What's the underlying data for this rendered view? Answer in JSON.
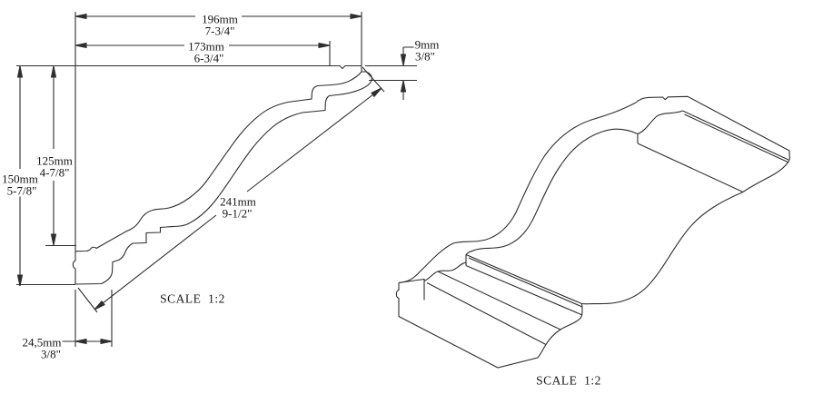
{
  "page": {
    "background": "#ffffff",
    "line_color": "#2e2e2e",
    "text_color": "#161616"
  },
  "left_view": {
    "scale_label": "SCALE  1:2",
    "dims": {
      "total_width_mm": "196mm",
      "total_width_in": "7-3/4\"",
      "upper_width_mm": "173mm",
      "upper_width_in": "6-3/4\"",
      "top_thickness_mm": "9mm",
      "top_thickness_in": "3/8\"",
      "back_height_mm": "125mm",
      "back_height_in": "4-7/8\"",
      "total_height_mm": "150mm",
      "total_height_in": "5-7/8\"",
      "face_length_mm": "241mm",
      "face_length_in": "9-1/2\"",
      "bottom_width_mm": "24,5mm",
      "bottom_width_in": "3/8\""
    }
  },
  "right_view": {
    "scale_label": "SCALE  1:2"
  }
}
